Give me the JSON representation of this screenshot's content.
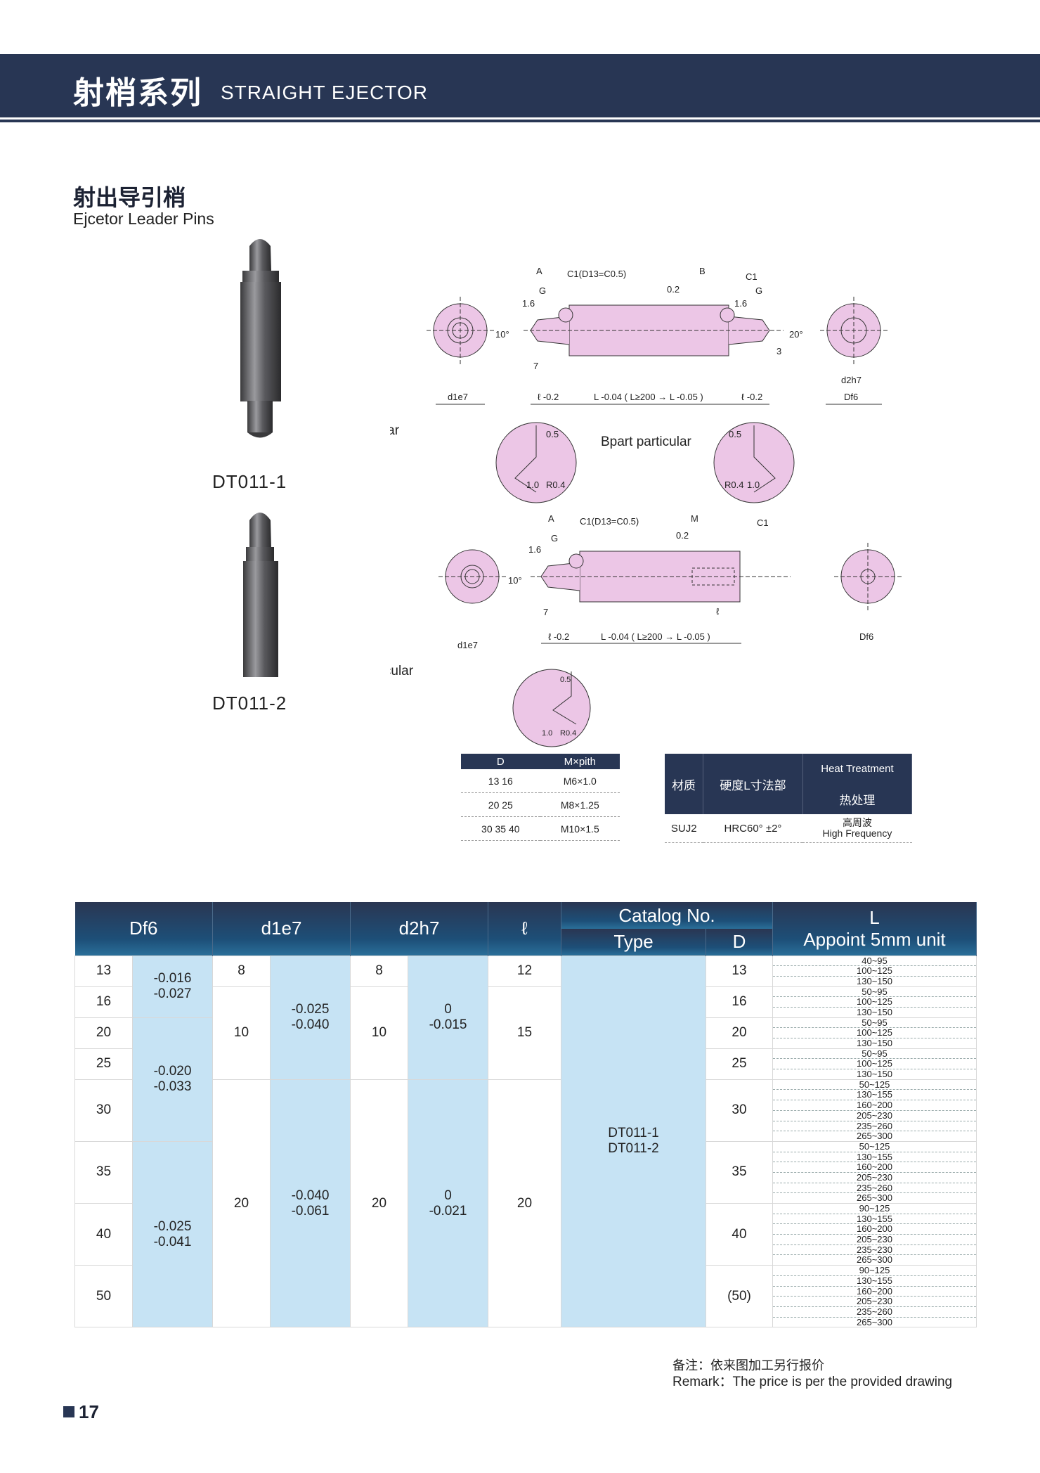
{
  "header": {
    "title_cn": "射梢系列",
    "title_en": "STRAIGHT EJECTOR"
  },
  "section": {
    "title_cn": "射出导引梢",
    "title_en": "Ejcetor Leader Pins"
  },
  "models": [
    "DT011-1",
    "DT011-2"
  ],
  "drawing": {
    "labels": {
      "A": "A",
      "B": "B",
      "M": "M",
      "G": "G",
      "C1": "C1",
      "c1_d13": "C1(D13=C0.5)",
      "r16": "1.6",
      "r02": "0.2",
      "ang10": "10°",
      "ang20": "20°",
      "seven": "7",
      "three": "3",
      "d1e7": "d1e7",
      "d2h7": "d2h7",
      "df6": "Df6",
      "l_tol": "ℓ -0.2",
      "len": "L -0.04 ( L≥200 → L -0.05 )",
      "ell": "ℓ",
      "a_part": "A part particular",
      "b_part": "Bpart particular",
      "d05": "0.5",
      "d10": "1.0",
      "r04": "R0.4"
    }
  },
  "thread_table": {
    "headers": [
      "D",
      "M×pith"
    ],
    "rows": [
      [
        "13  16",
        "M6×1.0"
      ],
      [
        "20  25",
        "M8×1.25"
      ],
      [
        "30  35  40",
        "M10×1.5"
      ]
    ]
  },
  "material_table": {
    "headers": [
      "材质",
      "硬度L寸法部",
      "Heat Treatment",
      "热处理"
    ],
    "row": [
      "SUJ2",
      "HRC60°  ±2°",
      "高周波",
      "High Frequency"
    ]
  },
  "main_table": {
    "headers": {
      "df6": "Df6",
      "d1e7": "d1e7",
      "d2h7": "d2h7",
      "ell": "ℓ",
      "catalog": "Catalog No.",
      "type": "Type",
      "d": "D",
      "l_title": "L",
      "l_sub": "Appoint 5mm unit"
    },
    "df6_values": [
      "13",
      "16",
      "20",
      "25",
      "30",
      "35",
      "40",
      "50"
    ],
    "df6_tol": [
      "-0.016\n-0.027",
      "-0.020\n-0.033",
      "-0.025\n-0.041"
    ],
    "d1e7_values": [
      "8",
      "10",
      "20"
    ],
    "d1e7_tol": [
      "-0.025\n-0.040",
      "-0.040\n-0.061"
    ],
    "d2h7_values": [
      "8",
      "10",
      "20"
    ],
    "d2h7_tol": [
      "0\n-0.015",
      "0\n-0.021"
    ],
    "ell_values": [
      "12",
      "15",
      "20"
    ],
    "type": "DT011-1\nDT011-2",
    "d_values": [
      "13",
      "16",
      "20",
      "25",
      "30",
      "35",
      "40",
      "(50)"
    ],
    "l_values": [
      [
        "40~95",
        "100~125",
        "130~150"
      ],
      [
        "50~95",
        "100~125",
        "130~150"
      ],
      [
        "50~95",
        "100~125",
        "130~150"
      ],
      [
        "50~95",
        "100~125",
        "130~150"
      ],
      [
        "50~125",
        "130~155",
        "160~200",
        "205~230",
        "235~260",
        "265~300"
      ],
      [
        "50~125",
        "130~155",
        "160~200",
        "205~230",
        "235~260",
        "265~300"
      ],
      [
        "90~125",
        "130~155",
        "160~200",
        "205~230",
        "235~230",
        "265~300"
      ],
      [
        "90~125",
        "130~155",
        "160~200",
        "205~230",
        "235~260",
        "265~300"
      ]
    ]
  },
  "remark": {
    "cn": "备注：依来图加工另行报价",
    "en": "Remark：The price is per the provided drawing"
  },
  "page_number": "17"
}
